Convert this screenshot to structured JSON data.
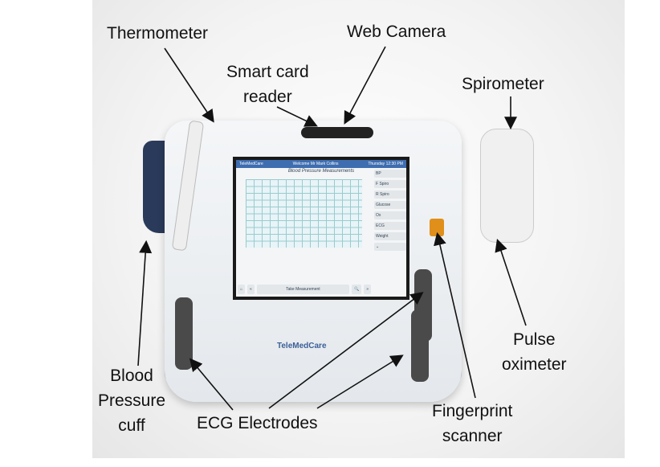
{
  "labels": {
    "thermometer": "Thermometer",
    "web_camera": "Web Camera",
    "smart_card_1": "Smart card",
    "smart_card_2": "reader",
    "spirometer": "Spirometer",
    "bp_1": "Blood",
    "bp_2": "Pressure",
    "bp_3": "cuff",
    "ecg": "ECG Electrodes",
    "fp_1": "Fingerprint",
    "fp_2": "scanner",
    "po_1": "Pulse",
    "po_2": "oximeter"
  },
  "screen": {
    "logo": "TeleMedCare",
    "welcome": "Welcome Mr Mark Collins",
    "date": "Thursday 12:30 PM",
    "title": "Blood Pressure Measurements",
    "menu": [
      "BP",
      "F Spiro",
      "R Spiro",
      "Glucose",
      "Ox",
      "ECG",
      "Weight"
    ],
    "take": "Take Measurement",
    "back": "«",
    "fwd": "»",
    "search": "🔍",
    "home": "⌂",
    "down": "⌄"
  },
  "brand": "TeleMedCare"
}
